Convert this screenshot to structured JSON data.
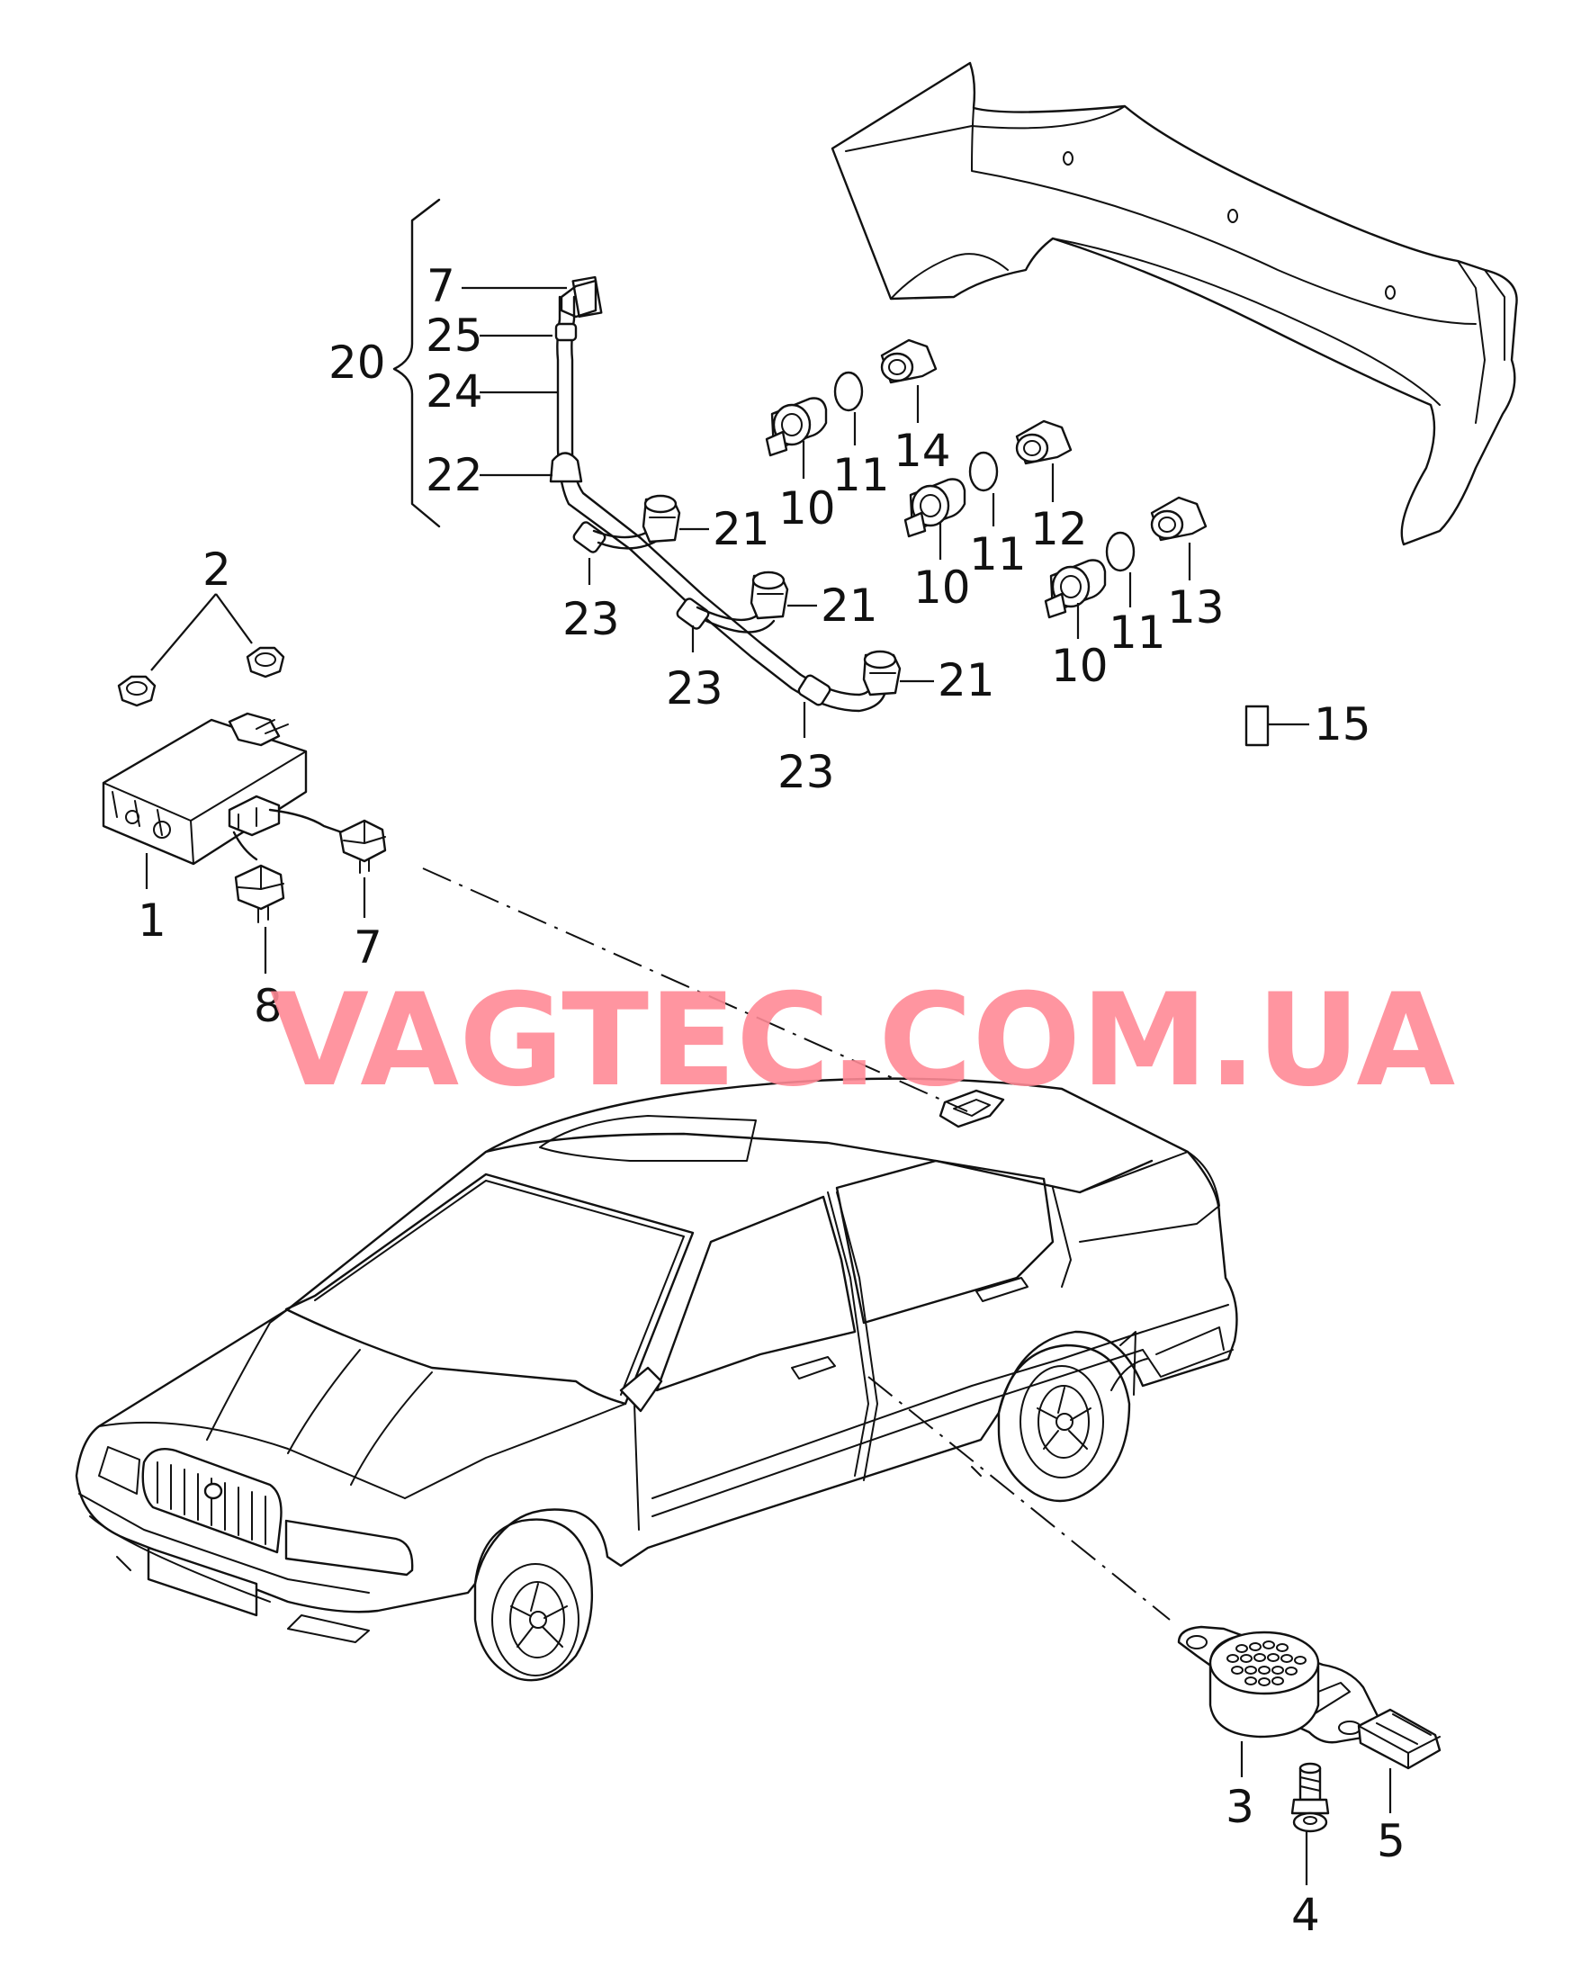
{
  "watermark": {
    "text": "VAGTEC.COM.UA",
    "color": "#ff8a96"
  },
  "callouts": {
    "c1": "1",
    "c2": "2",
    "c3": "3",
    "c4": "4",
    "c5": "5",
    "c7a": "7",
    "c7b": "7",
    "c8": "8",
    "c10a": "10",
    "c10b": "10",
    "c10c": "10",
    "c11a": "11",
    "c11b": "11",
    "c11c": "11",
    "c12": "12",
    "c13": "13",
    "c14": "14",
    "c15": "15",
    "c20": "20",
    "c21a": "21",
    "c21b": "21",
    "c21c": "21",
    "c22": "22",
    "c23a": "23",
    "c23b": "23",
    "c23c": "23",
    "c24": "24",
    "c25": "25"
  },
  "colors": {
    "line": "#111111",
    "background": "#ffffff"
  }
}
